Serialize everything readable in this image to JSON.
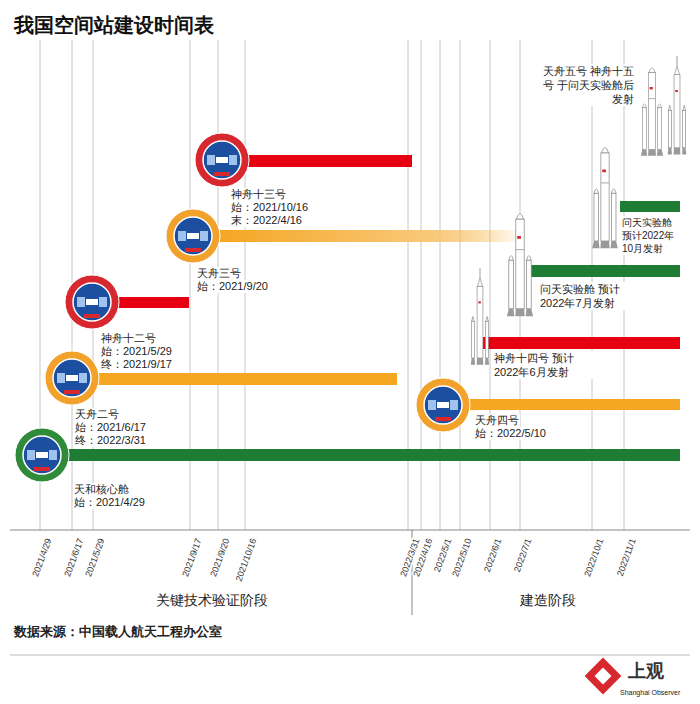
{
  "diagram": {
    "title": "我国空间站建设时间表",
    "nodes": [
      {
        "text": [
          "神舟十三号",
          "始：2021/10/16",
          "末：2022/4/16"
        ]
      },
      {
        "text": [
          "天舟三号",
          "始：2021/9/20"
        ]
      },
      {
        "text": [
          "神舟十二号",
          "始：2021/5/29",
          "终：2021/9/17"
        ]
      },
      {
        "text": [
          "天舟二号",
          "始：2021/6/17",
          "终：2022/3/31"
        ]
      },
      {
        "text": [
          "天舟四号",
          "始：2022/5/10"
        ]
      },
      {
        "text": [
          "天和核心舱",
          "始：2021/4/29"
        ]
      }
    ],
    "labels": [
      "天舟五号 神舟十五号 于问天实验舱后发射",
      "问天实验舱 预计2022年10月发射",
      "问天实验舱 预计2022年7月发射",
      "神舟十四号 预计2022年6月发射",
      "2021/4/29",
      "2021/6/17",
      "2021/5/29",
      "2021/9/17",
      "2021/9/20",
      "2021/10/16",
      "2022/3/31",
      "2022/4/16",
      "2022/5/1",
      "2022/5/10",
      "2022/6/1",
      "2022/7/1",
      "2022/10/1",
      "2022/11/1",
      "关键技术验证阶段",
      "建造阶段",
      "数据来源：中国载人航天工程办公室",
      "上观",
      "Shanghai Observer"
    ]
  }
}
